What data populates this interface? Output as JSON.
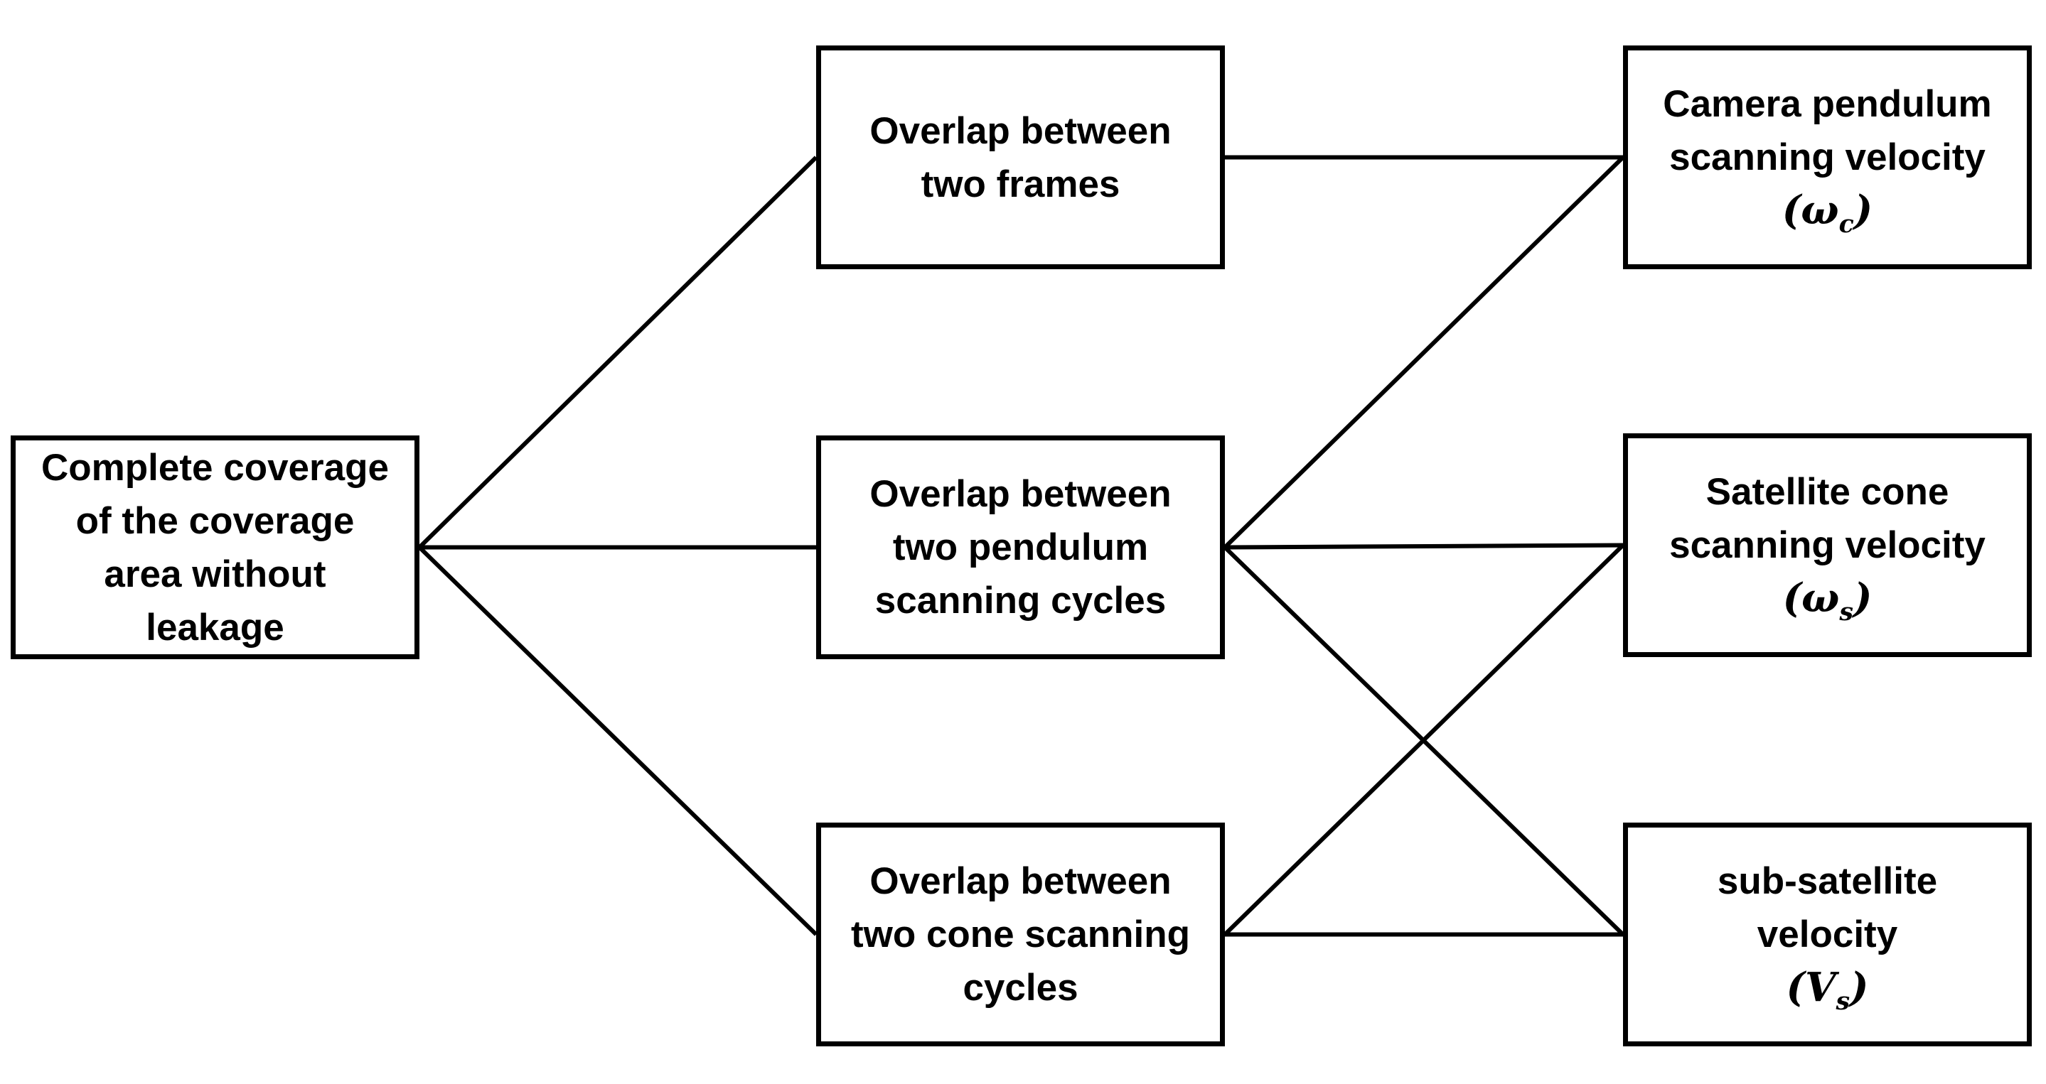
{
  "diagram": {
    "background": "#ffffff",
    "line_color": "#000000",
    "nodes": {
      "goal": {
        "label": "Complete coverage\nof the coverage\narea without\nleakage"
      },
      "frames": {
        "label": "Overlap between\ntwo frames"
      },
      "pendulum": {
        "label": "Overlap between\ntwo pendulum\nscanning cycles"
      },
      "cone": {
        "label": "Overlap between\ntwo cone scanning\ncycles"
      },
      "camera": {
        "label": "Camera pendulum\nscanning velocity",
        "symbol": {
          "pre": "(ω",
          "sub": "c",
          "post": ")"
        }
      },
      "satcone": {
        "label": "Satellite cone\nscanning velocity",
        "symbol": {
          "pre": "(ω",
          "sub": "s",
          "post": ")"
        }
      },
      "subsat": {
        "label": "sub-satellite\nvelocity",
        "symbol": {
          "pre": "(V",
          "sub": "s",
          "post": ")"
        }
      }
    },
    "edges": [
      {
        "from": "goal",
        "to": "frames"
      },
      {
        "from": "goal",
        "to": "pendulum"
      },
      {
        "from": "goal",
        "to": "cone"
      },
      {
        "from": "frames",
        "to": "camera"
      },
      {
        "from": "pendulum",
        "to": "camera"
      },
      {
        "from": "pendulum",
        "to": "satcone"
      },
      {
        "from": "pendulum",
        "to": "subsat"
      },
      {
        "from": "cone",
        "to": "satcone"
      },
      {
        "from": "cone",
        "to": "subsat"
      }
    ]
  }
}
